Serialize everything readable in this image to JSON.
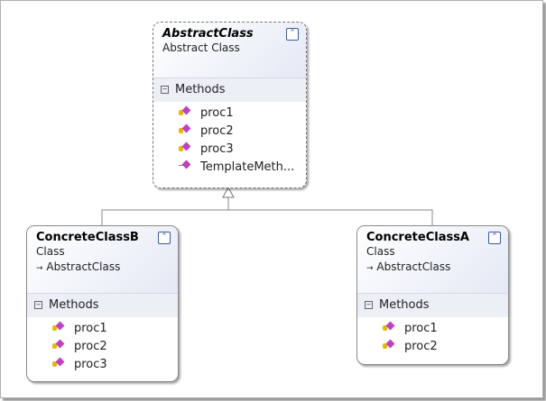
{
  "classes": {
    "abstract": {
      "name": "AbstractClass",
      "kind": "Abstract Class",
      "section": "Methods",
      "methods": [
        "proc1",
        "proc2",
        "proc3",
        "TemplateMeth..."
      ]
    },
    "b": {
      "name": "ConcreteClassB",
      "kind": "Class",
      "base": "AbstractClass",
      "section": "Methods",
      "methods": [
        "proc1",
        "proc2",
        "proc3"
      ]
    },
    "a": {
      "name": "ConcreteClassA",
      "kind": "Class",
      "base": "AbstractClass",
      "section": "Methods",
      "methods": [
        "proc1",
        "proc2"
      ]
    }
  },
  "icons": {
    "collapse": "⌃",
    "base_arrow": "→",
    "minus": "−"
  }
}
